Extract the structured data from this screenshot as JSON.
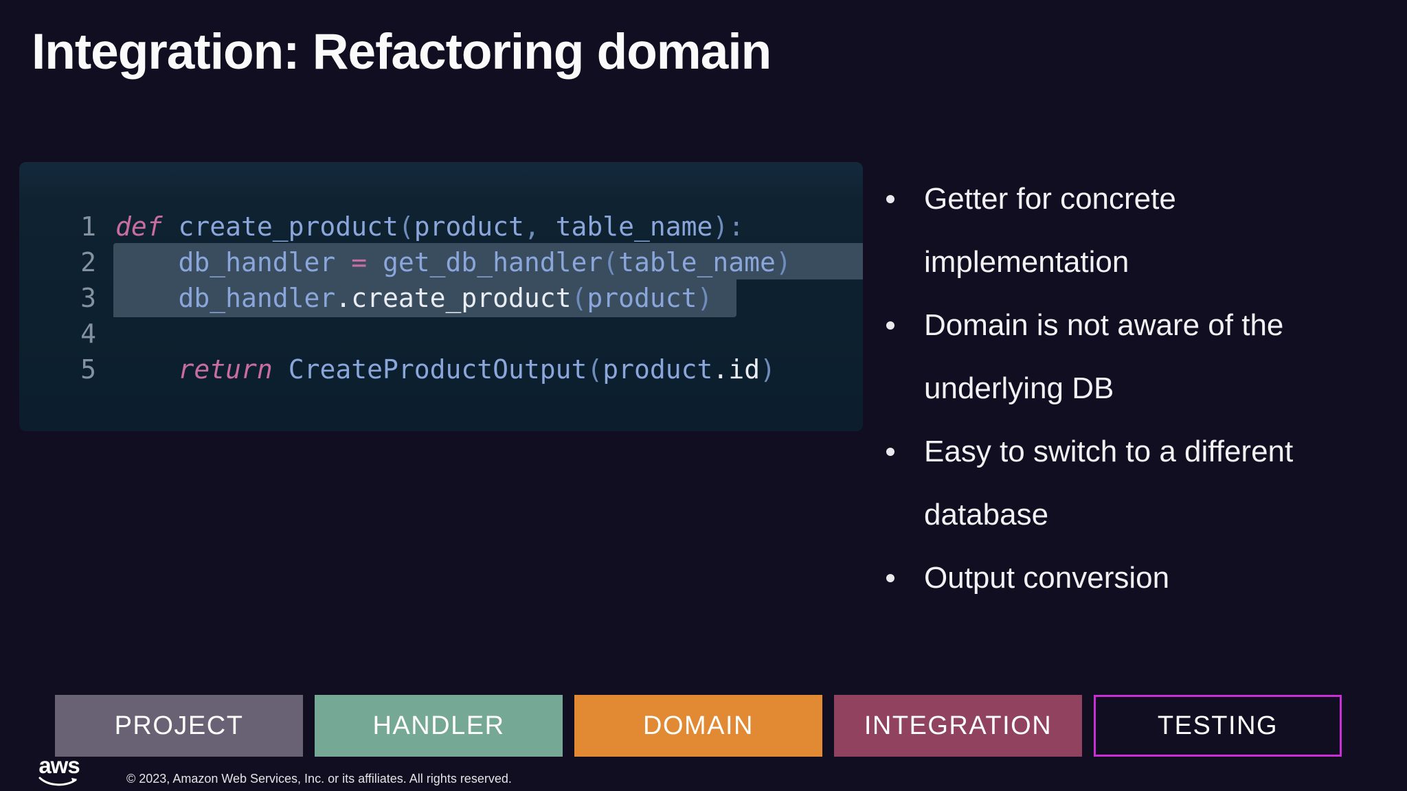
{
  "slide": {
    "title": "Integration: Refactoring domain",
    "background_color": "#120e21"
  },
  "code_editor": {
    "background_color": "#0e2231",
    "highlight_color": "#394d5f",
    "line_number_color": "#84919e",
    "syntax_palette": {
      "keyword": "#c76da0",
      "operator": "#c76da0",
      "identifier": "#8aa6da",
      "punct": "#6f8cba",
      "plain": "#e9edf3"
    },
    "highlighted_line_numbers": [
      2,
      3
    ],
    "lines": [
      {
        "number": "1",
        "tokens": [
          [
            "keyword",
            "def"
          ],
          [
            "plain",
            " "
          ],
          [
            "identifier",
            "create_product"
          ],
          [
            "punct",
            "("
          ],
          [
            "identifier",
            "product"
          ],
          [
            "punct",
            ", "
          ],
          [
            "identifier",
            "table_name"
          ],
          [
            "punct",
            "):"
          ]
        ]
      },
      {
        "number": "2",
        "tokens": [
          [
            "plain",
            "    "
          ],
          [
            "identifier",
            "db_handler"
          ],
          [
            "plain",
            " "
          ],
          [
            "operator",
            "="
          ],
          [
            "plain",
            " "
          ],
          [
            "identifier",
            "get_db_handler"
          ],
          [
            "punct",
            "("
          ],
          [
            "identifier",
            "table_name"
          ],
          [
            "punct",
            ")"
          ]
        ]
      },
      {
        "number": "3",
        "tokens": [
          [
            "plain",
            "    "
          ],
          [
            "identifier",
            "db_handler"
          ],
          [
            "plain",
            "."
          ],
          [
            "plain",
            "create_product"
          ],
          [
            "punct",
            "("
          ],
          [
            "identifier",
            "product"
          ],
          [
            "punct",
            ")"
          ]
        ]
      },
      {
        "number": "4",
        "tokens": []
      },
      {
        "number": "5",
        "tokens": [
          [
            "plain",
            "    "
          ],
          [
            "keyword",
            "return"
          ],
          [
            "plain",
            " "
          ],
          [
            "identifier",
            "CreateProductOutput"
          ],
          [
            "punct",
            "("
          ],
          [
            "identifier",
            "product"
          ],
          [
            "plain",
            "."
          ],
          [
            "plain",
            "id"
          ],
          [
            "punct",
            ")"
          ]
        ]
      }
    ]
  },
  "bullets": {
    "items": [
      "Getter for concrete implementation",
      "Domain is not aware of the underlying DB",
      "Easy to switch to a different database",
      "Output conversion"
    ]
  },
  "nav": {
    "buttons": [
      {
        "label": "PROJECT",
        "fill": "#696275",
        "border": null
      },
      {
        "label": "HANDLER",
        "fill": "#75a996",
        "border": null
      },
      {
        "label": "DOMAIN",
        "fill": "#e18a33",
        "border": null
      },
      {
        "label": "INTEGRATION",
        "fill": "#91425f",
        "border": null
      },
      {
        "label": "TESTING",
        "fill": "transparent",
        "border": "#cc2ed6"
      }
    ]
  },
  "footer": {
    "logo_text": "aws",
    "copyright": "© 2023, Amazon Web Services, Inc. or its affiliates. All rights reserved."
  }
}
